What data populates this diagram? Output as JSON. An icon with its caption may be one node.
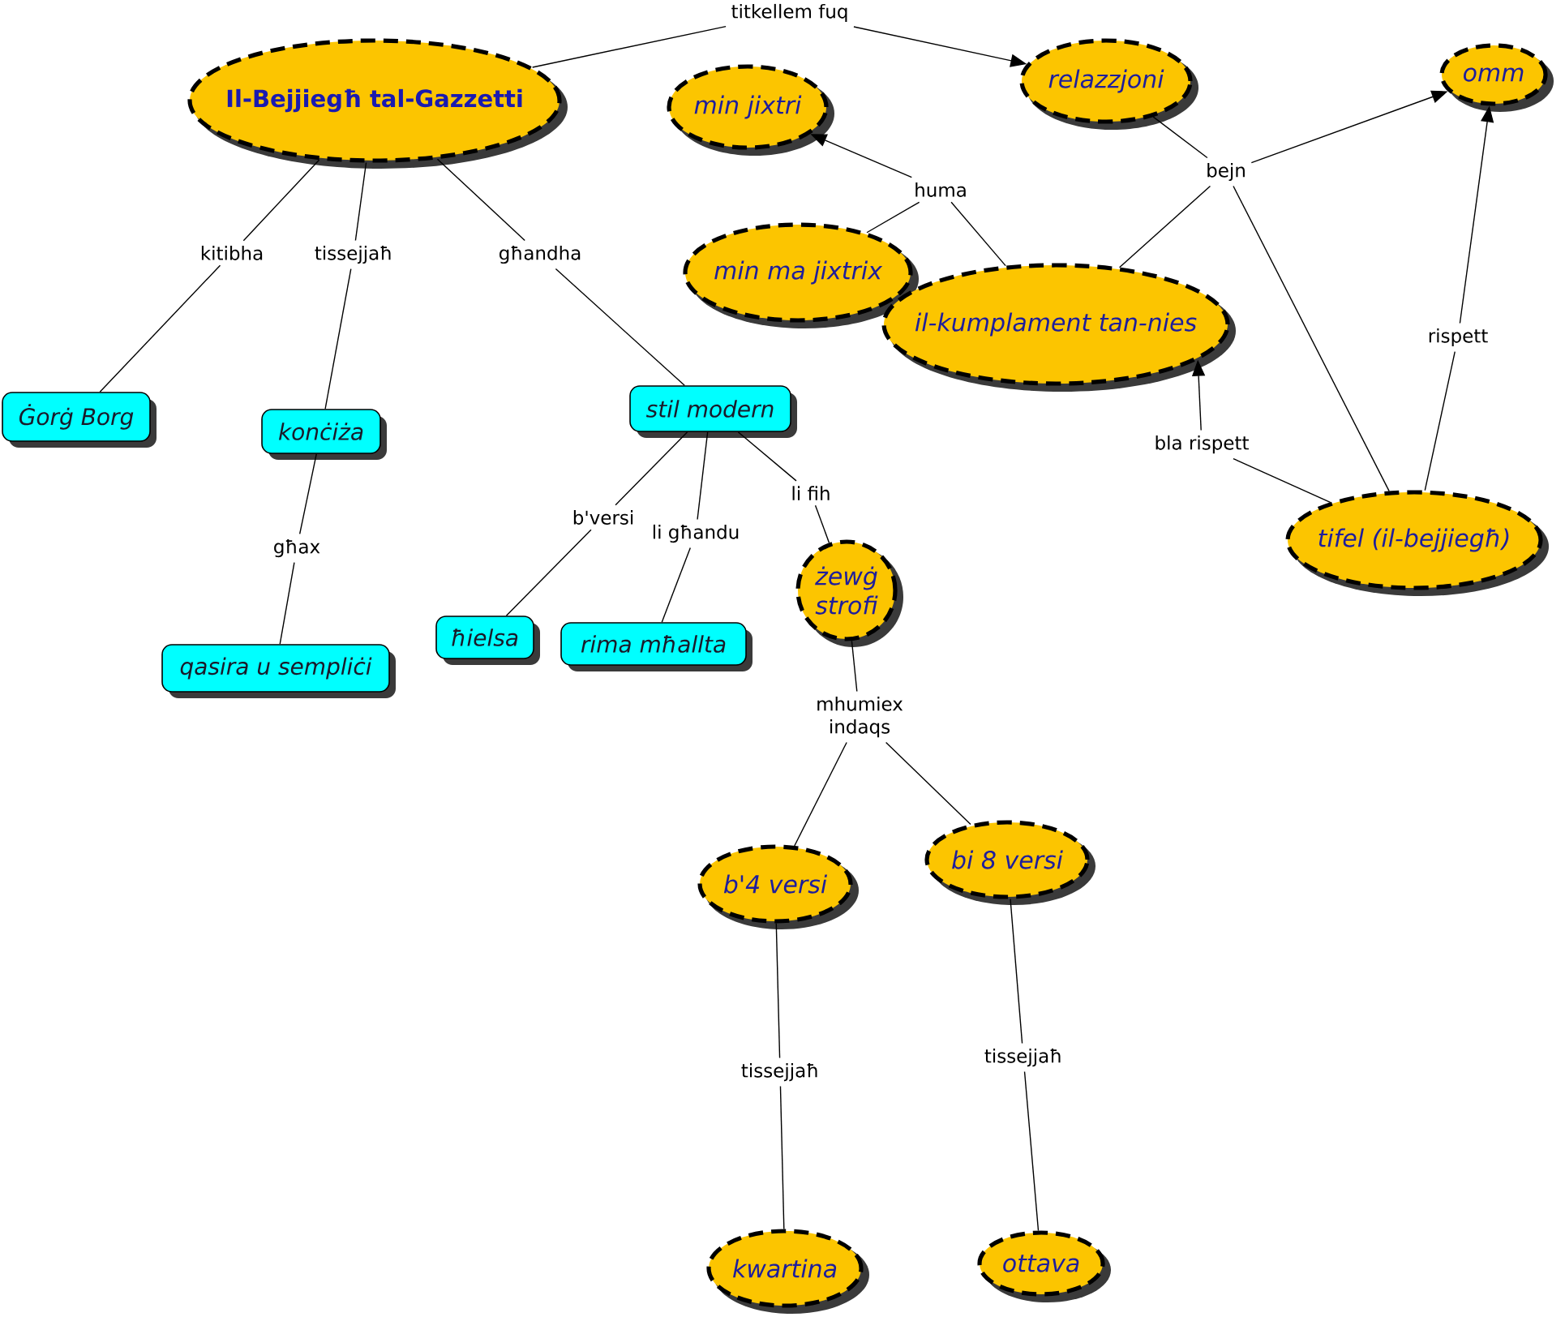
{
  "diagram": {
    "nodes": [
      {
        "text": [
          "Il-Bejjiegħ tal-Gazzetti"
        ]
      },
      {
        "text": [
          "titkellem fuq"
        ]
      },
      {
        "text": [
          "relazzjoni"
        ]
      },
      {
        "text": [
          "omm"
        ]
      },
      {
        "text": [
          "min jixtri"
        ]
      },
      {
        "text": [
          "huma"
        ]
      },
      {
        "text": [
          "bejn"
        ]
      },
      {
        "text": [
          "min ma jixtrix"
        ]
      },
      {
        "text": [
          "il-kumplament tan-nies"
        ]
      },
      {
        "text": [
          "kitibha"
        ]
      },
      {
        "text": [
          "tissejjaħ"
        ]
      },
      {
        "text": [
          "għandha"
        ]
      },
      {
        "text": [
          "rispett"
        ]
      },
      {
        "text": [
          "Ġorġ Borg"
        ]
      },
      {
        "text": [
          "konċiża"
        ]
      },
      {
        "text": [
          "stil modern"
        ]
      },
      {
        "text": [
          "bla rispett"
        ]
      },
      {
        "text": [
          "tifel (il-bejjiegħ)"
        ]
      },
      {
        "text": [
          "għax"
        ]
      },
      {
        "text": [
          "b'versi"
        ]
      },
      {
        "text": [
          "li għandu"
        ]
      },
      {
        "text": [
          "li fih"
        ]
      },
      {
        "text": [
          "żewġ strofi"
        ]
      },
      {
        "text": [
          "ħielsa"
        ]
      },
      {
        "text": [
          "rima mħallta"
        ]
      },
      {
        "text": [
          "qasira u sempliċi"
        ]
      },
      {
        "text": [
          "mhumiex indaqs"
        ]
      },
      {
        "text": [
          "b'4 versi"
        ]
      },
      {
        "text": [
          "bi 8 versi"
        ]
      },
      {
        "text": [
          "tissejjaħ"
        ]
      },
      {
        "text": [
          "tissejjaħ"
        ]
      },
      {
        "text": [
          "kwartina"
        ]
      },
      {
        "text": [
          "ottava"
        ]
      }
    ],
    "edges": [
      {
        "from": 0,
        "to": 1,
        "arrow": "none"
      },
      {
        "from": 1,
        "to": 2,
        "arrow": "to"
      },
      {
        "from": 2,
        "to": 6,
        "arrow": "none"
      },
      {
        "from": 6,
        "to": 3,
        "arrow": "to"
      },
      {
        "from": 6,
        "to": 8,
        "arrow": "none"
      },
      {
        "from": 6,
        "to": 17,
        "arrow": "none"
      },
      {
        "from": 7,
        "to": 5,
        "arrow": "none"
      },
      {
        "from": 8,
        "to": 5,
        "arrow": "none"
      },
      {
        "from": 5,
        "to": 4,
        "arrow": "to"
      },
      {
        "from": 0,
        "to": 9,
        "arrow": "none"
      },
      {
        "from": 9,
        "to": 13,
        "arrow": "none"
      },
      {
        "from": 0,
        "to": 10,
        "arrow": "none"
      },
      {
        "from": 10,
        "to": 14,
        "arrow": "none"
      },
      {
        "from": 0,
        "to": 11,
        "arrow": "none"
      },
      {
        "from": 11,
        "to": 15,
        "arrow": "none"
      },
      {
        "from": 17,
        "to": 12,
        "arrow": "none"
      },
      {
        "from": 12,
        "to": 3,
        "arrow": "to"
      },
      {
        "from": 17,
        "to": 16,
        "arrow": "none"
      },
      {
        "from": 16,
        "to": 8,
        "arrow": "to"
      },
      {
        "from": 14,
        "to": 18,
        "arrow": "none"
      },
      {
        "from": 18,
        "to": 25,
        "arrow": "none"
      },
      {
        "from": 15,
        "to": 19,
        "arrow": "none"
      },
      {
        "from": 19,
        "to": 23,
        "arrow": "none"
      },
      {
        "from": 15,
        "to": 20,
        "arrow": "none"
      },
      {
        "from": 20,
        "to": 24,
        "arrow": "none"
      },
      {
        "from": 15,
        "to": 21,
        "arrow": "none"
      },
      {
        "from": 21,
        "to": 22,
        "arrow": "none"
      },
      {
        "from": 22,
        "to": 26,
        "arrow": "none"
      },
      {
        "from": 26,
        "to": 27,
        "arrow": "none"
      },
      {
        "from": 26,
        "to": 28,
        "arrow": "none"
      },
      {
        "from": 27,
        "to": 29,
        "arrow": "none"
      },
      {
        "from": 29,
        "to": 31,
        "arrow": "none"
      },
      {
        "from": 28,
        "to": 30,
        "arrow": "none"
      },
      {
        "from": 30,
        "to": 32,
        "arrow": "none"
      }
    ]
  }
}
